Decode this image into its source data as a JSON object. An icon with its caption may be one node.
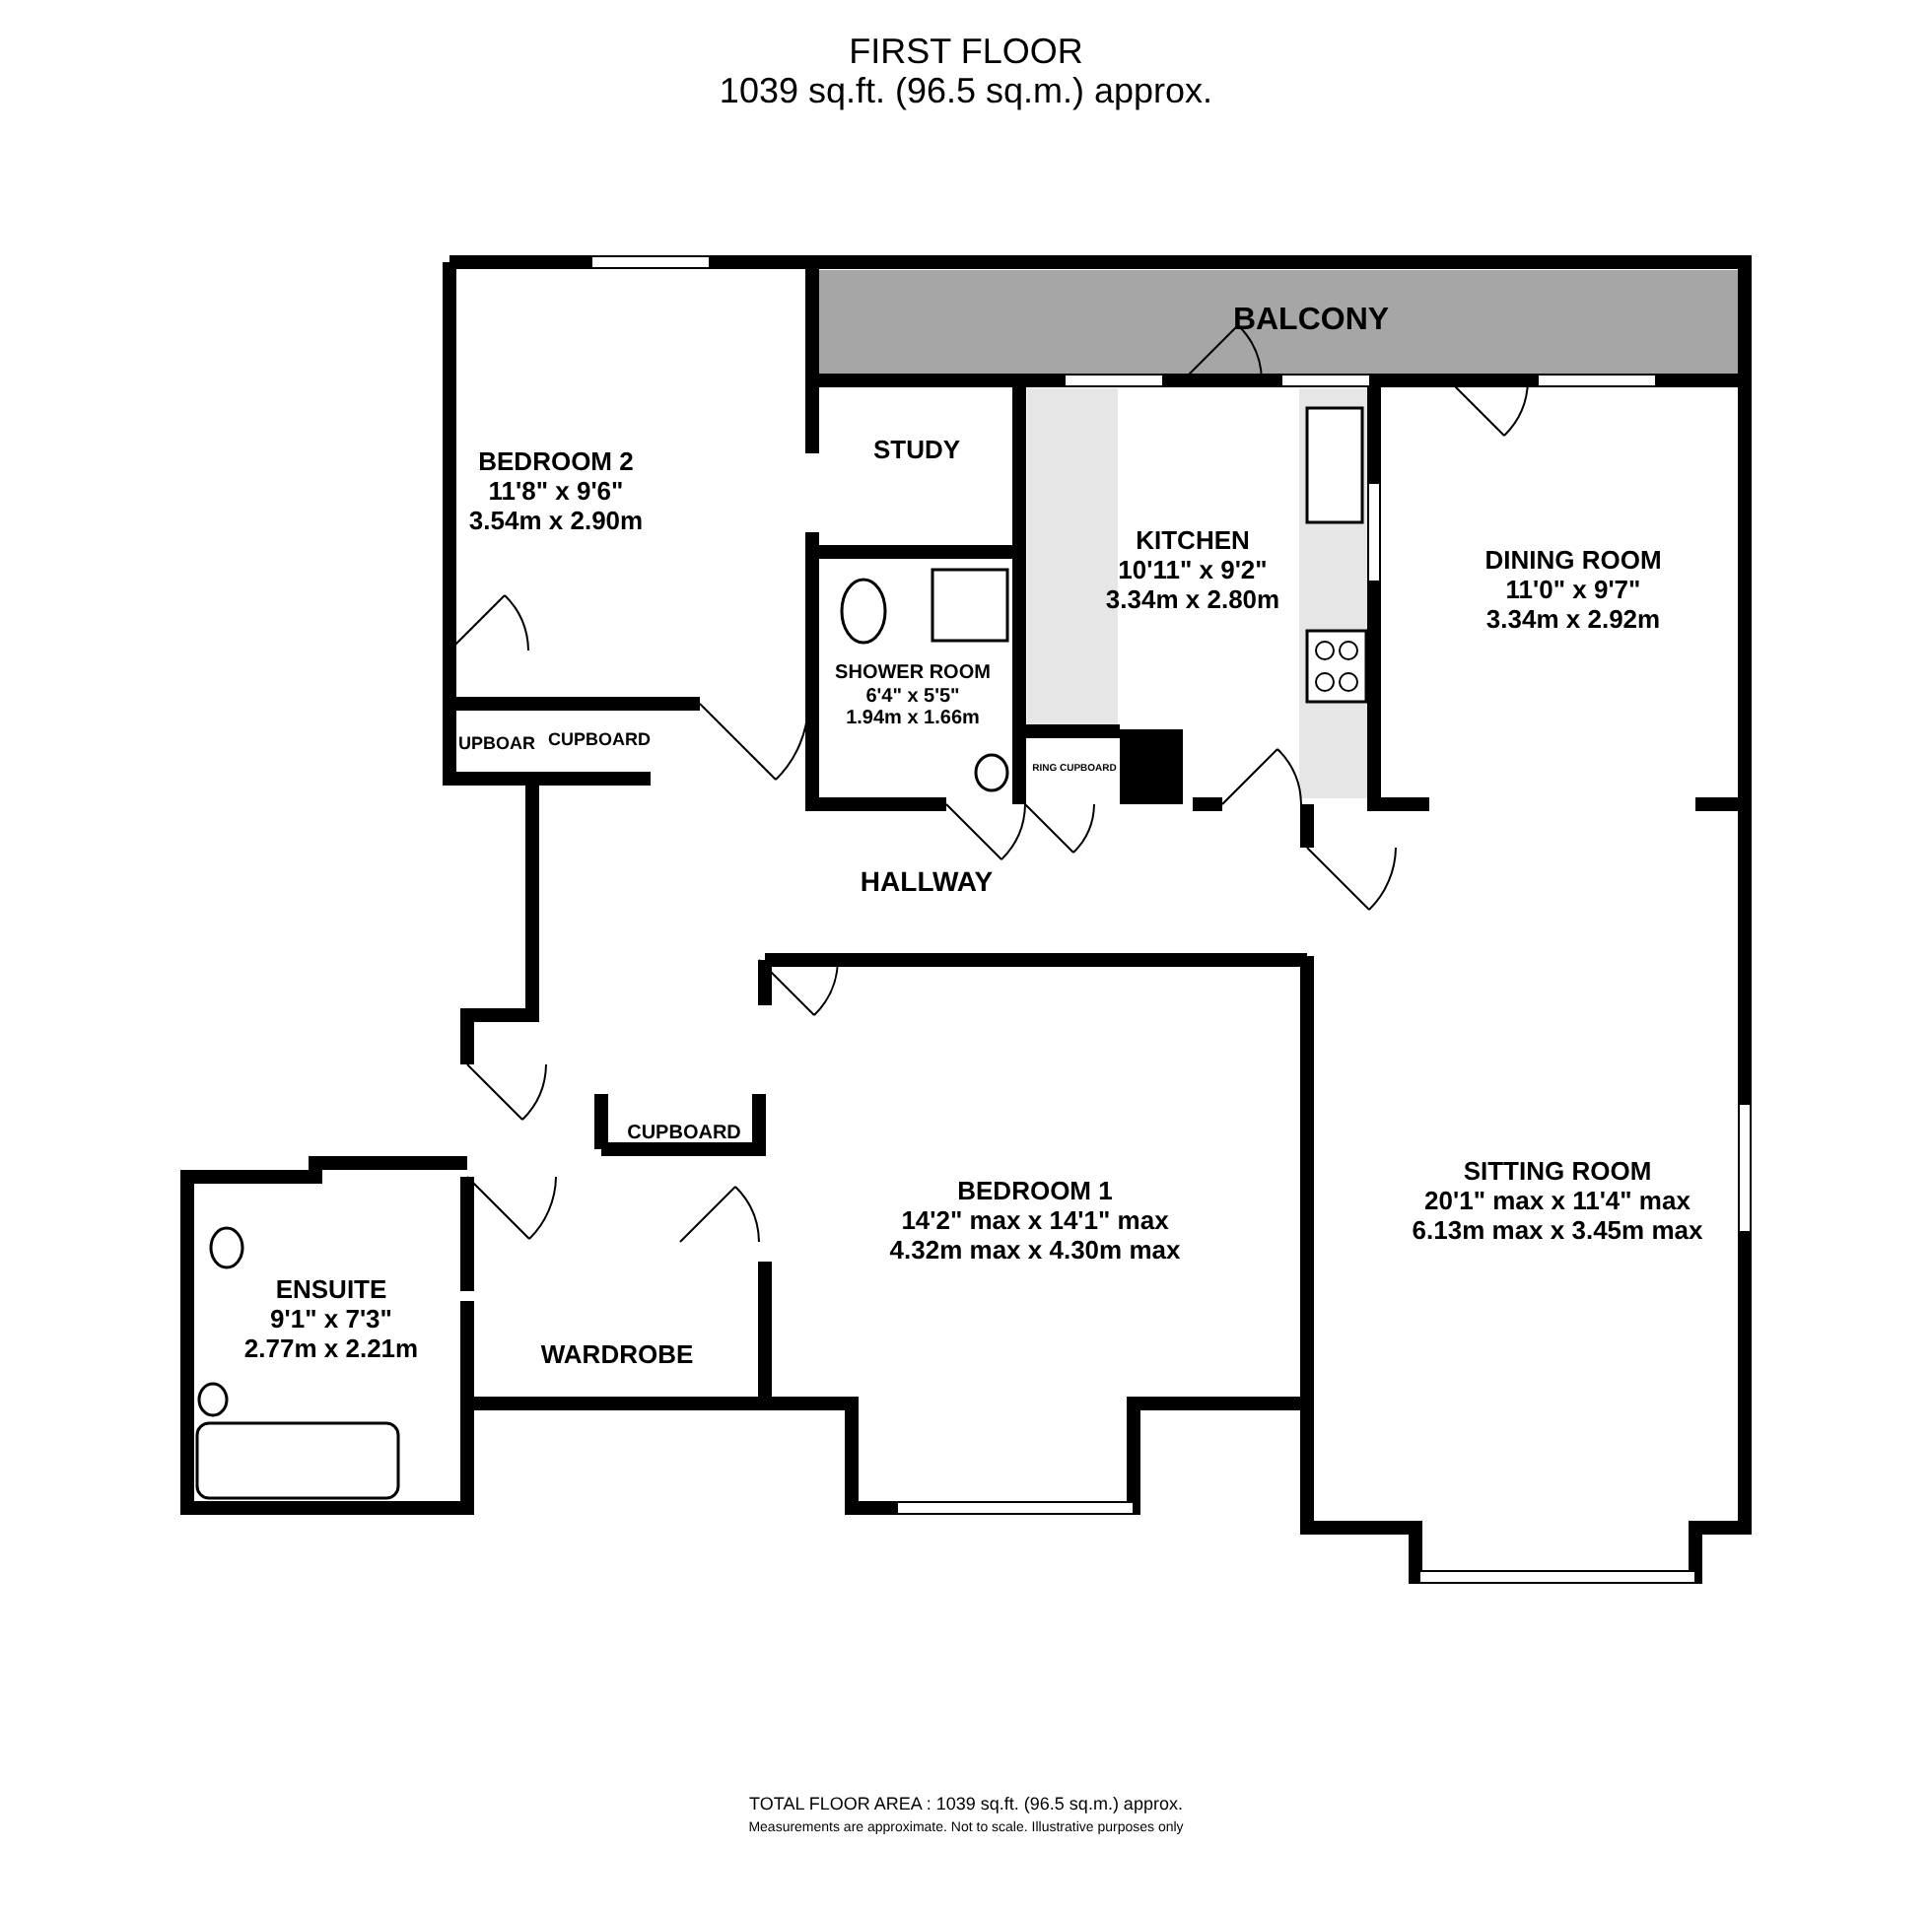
{
  "diagram": {
    "title": "FIRST FLOOR",
    "nodes": [
      {
        "text": [
          "BALCONY"
        ]
      },
      {
        "text": [
          "BEDROOM 2",
          "11'8\" x 9'6\"",
          "3.54m x 2.90m"
        ]
      },
      {
        "text": [
          "STUDY"
        ]
      },
      {
        "text": [
          "KITCHEN",
          "10'11\" x 9'2\"",
          "3.34m x 2.80m"
        ]
      },
      {
        "text": [
          "DINING ROOM",
          "11'0\" x 9'7\"",
          "3.34m x 2.92m"
        ]
      },
      {
        "text": [
          "SHOWER ROOM",
          "6'4\" x 5'5\"",
          "1.94m x 1.66m"
        ]
      },
      {
        "text": [
          "UPBOAR"
        ]
      },
      {
        "text": [
          "CUPBOARD"
        ]
      },
      {
        "text": [
          "RING CUPBOARD"
        ]
      },
      {
        "text": [
          "HALLWAY"
        ]
      },
      {
        "text": [
          "CUPBOARD"
        ]
      },
      {
        "text": [
          "BEDROOM 1",
          "14'2\" max x 14'1\" max",
          "4.32m max x 4.30m max"
        ]
      },
      {
        "text": [
          "SITTING ROOM",
          "20'1\" max x 11'4\" max",
          "6.13m max x 3.45m max"
        ]
      },
      {
        "text": [
          "ENSUITE",
          "9'1\" x 7'3\"",
          "2.77m x 2.21m"
        ]
      },
      {
        "text": [
          "WARDROBE"
        ]
      }
    ],
    "labels": [
      "1039 sq.ft. (96.5 sq.m.) approx.",
      "TOTAL FLOOR AREA : 1039 sq.ft. (96.5 sq.m.) approx.",
      "Measurements are approximate.  Not to scale.  Illustrative purposes only"
    ]
  }
}
